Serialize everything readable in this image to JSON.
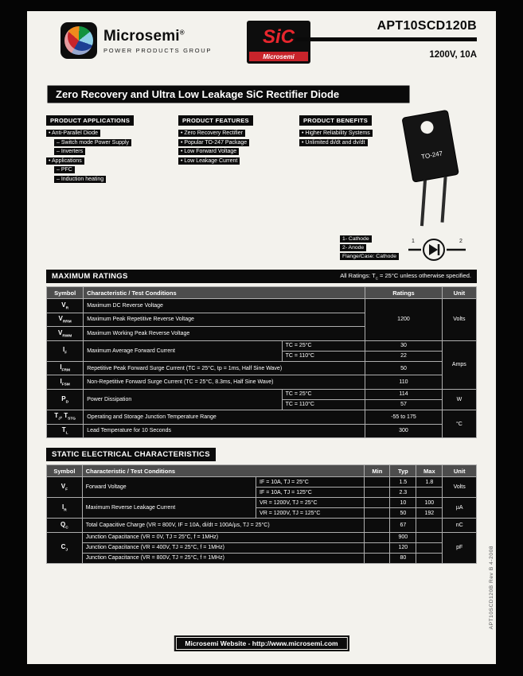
{
  "page": {
    "part_number": "APT10SCD120B",
    "rating_line": "1200V, 10A",
    "title": "Zero Recovery and Ultra Low Leakage SiC Rectifier Diode",
    "doc_ref": "APT10SCD120B   Rev B   4-2008"
  },
  "logos": {
    "microsemi_name": "Microsemi",
    "microsemi_reg": "®",
    "microsemi_sub": "POWER PRODUCTS GROUP",
    "sic_text": "SiC",
    "sic_sub": "Microsemi"
  },
  "columns": {
    "applications": {
      "header": "PRODUCT APPLICATIONS",
      "lines": [
        {
          "t": "Anti-Parallel Diode"
        },
        {
          "t": "Switch mode Power Supply"
        },
        {
          "t": "Inverters"
        },
        {
          "t": "Applications"
        },
        {
          "t": "PFC"
        },
        {
          "t": "Induction heating"
        }
      ]
    },
    "features": {
      "header": "PRODUCT FEATURES",
      "lines": [
        {
          "t": "Zero Recovery Rectifier"
        },
        {
          "t": "Popular TO-247 Package"
        },
        {
          "t": "Low Forward Voltage"
        },
        {
          "t": "Low Leakage Current"
        }
      ]
    },
    "benefits": {
      "header": "PRODUCT BENEFITS",
      "lines": [
        {
          "t": "Higher Reliability Systems"
        },
        {
          "t": "Unlimited di/dt and dv/dt"
        }
      ]
    }
  },
  "package": {
    "name": "TO-247",
    "pins": [
      "1- Cathode",
      "2- Anode",
      "Flange/Case: Cathode"
    ],
    "pin1": "1",
    "pin2": "2"
  },
  "max_ratings": {
    "heading": "MAXIMUM RATINGS",
    "note": {
      "pre": "All Ratings:  T",
      "sub": "C",
      "post": " = 25°C unless otherwise specified."
    },
    "col_symbol": "Symbol",
    "col_char": "Characteristic / Test Conditions",
    "col_ratings": "Ratings",
    "col_unit": "Unit",
    "vr": {
      "s1": "V",
      "b1": "R",
      "desc": "Maximum DC Reverse Voltage"
    },
    "vrrm": {
      "s1": "V",
      "b1": "RRM",
      "desc": "Maximum Peak Repetitive Reverse Voltage"
    },
    "vrwm": {
      "s1": "V",
      "b1": "RWM",
      "desc": "Maximum Working Peak Reverse Voltage"
    },
    "voltage_rating": "1200",
    "voltage_unit": "Volts",
    "if": {
      "s1": "I",
      "b1": "F",
      "desc": "Maximum Average Forward Current",
      "cond1": "TC = 25°C",
      "val1": "30",
      "cond2": "TC = 110°C",
      "val2": "22"
    },
    "ifrm": {
      "s1": "I",
      "b1": "FRM",
      "desc": "Repetitive Peak Forward Surge Current (TC = 25°C, tp = 1ms, Half Sine Wave)",
      "val": "50"
    },
    "ifsm": {
      "s1": "I",
      "b1": "FSM",
      "desc": "Non-Repetitive Forward Surge Current (TC = 25°C, 8.3ms, Half Sine Wave)",
      "val": "110"
    },
    "current_unit": "Amps",
    "pd": {
      "s1": "P",
      "b1": "D",
      "desc": "Power Dissipation",
      "cond1": "TC = 25°C",
      "val1": "114",
      "cond2": "TC = 110°C",
      "val2": "57",
      "unit": "W"
    },
    "tj": {
      "s1": "T",
      "b1": "J",
      "s2": ", T",
      "b2": "STG",
      "desc": "Operating and Storage Junction Temperature Range",
      "val": "-55 to 175"
    },
    "tl": {
      "s1": "T",
      "b1": "L",
      "desc": "Lead Temperature for 10 Seconds",
      "val": "300"
    },
    "temp_unit": "°C"
  },
  "static": {
    "heading": "STATIC ELECTRICAL CHARACTERISTICS",
    "col_symbol": "Symbol",
    "col_char": "Characteristic / Test Conditions",
    "col_min": "Min",
    "col_typ": "Typ",
    "col_max": "Max",
    "col_unit": "Unit",
    "vf": {
      "s1": "V",
      "b1": "F",
      "desc": "Forward Voltage",
      "cond1": "IF = 10A, TJ = 25°C",
      "typ1": "1.5",
      "max1": "1.8",
      "cond2": "IF = 10A, TJ = 125°C",
      "typ2": "2.3",
      "unit": "Volts"
    },
    "ir": {
      "s1": "I",
      "b1": "R",
      "desc": "Maximum Reverse Leakage Current",
      "cond1": "VR = 1200V, TJ = 25°C",
      "typ1": "10",
      "max1": "100",
      "cond2": "VR = 1200V, TJ = 125°C",
      "typ2": "50",
      "max2": "192",
      "unit": "µA"
    },
    "qc": {
      "s1": "Q",
      "b1": "C",
      "desc": "Total Capacitive Charge (VR = 800V, IF = 10A, di/dt = 100A/µs, TJ = 25°C)",
      "typ": "67",
      "unit": "nC"
    },
    "cj_sym": {
      "s1": "C",
      "b1": "J"
    },
    "cj1": {
      "desc": "Junction Capacitance (VR = 0V, TJ = 25°C, f = 1MHz)",
      "typ": "900"
    },
    "cj2": {
      "desc": "Junction Capacitance (VR = 400V, TJ = 25°C, f = 1MHz)",
      "typ": "120"
    },
    "cj3": {
      "desc": "Junction Capacitance (VR = 800V, TJ = 25°C, f = 1MHz)",
      "typ": "80"
    },
    "cj_unit": "pF"
  },
  "footer": {
    "text": "Microsemi Website - http://www.microsemi.com"
  }
}
